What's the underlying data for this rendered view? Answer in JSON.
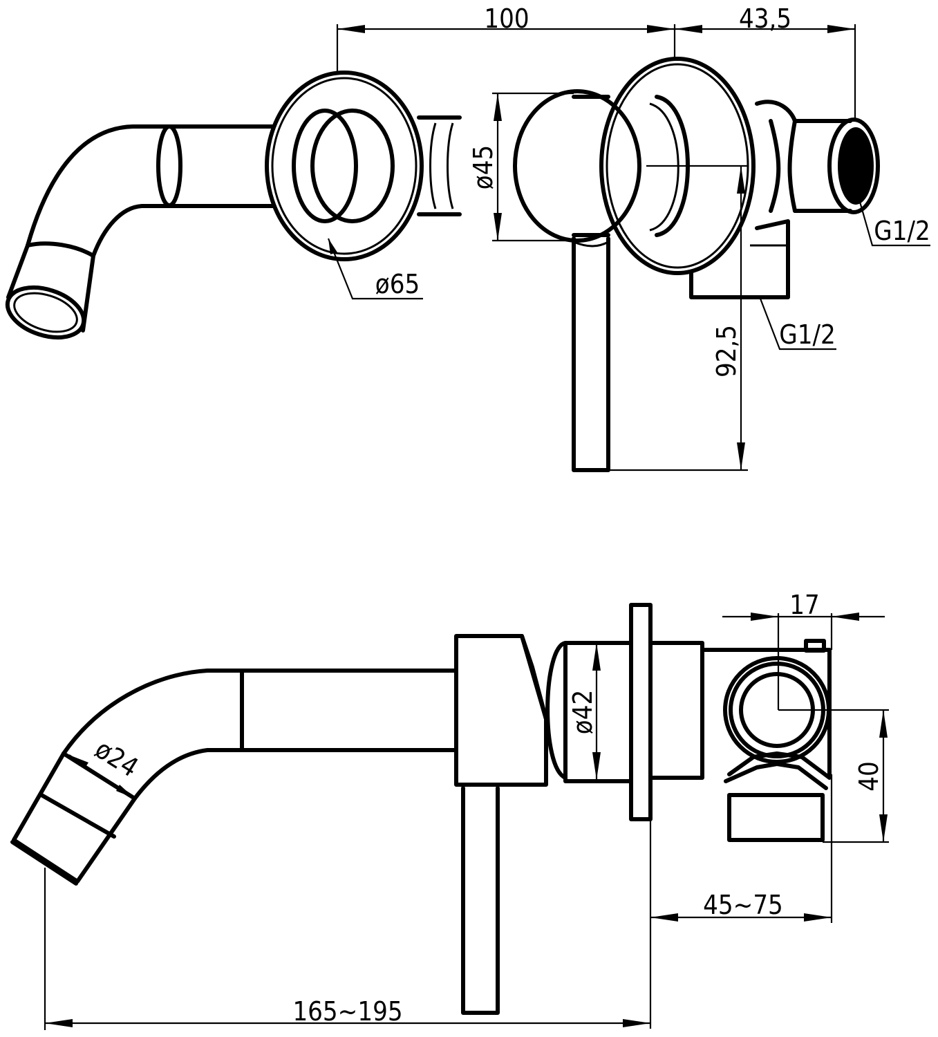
{
  "top_view": {
    "dim_spacing": "100",
    "dim_depth": "43,5",
    "dim_handle_dia": "ø45",
    "dim_flange_dia": "ø65",
    "dim_handle_length": "92,5",
    "thread_outlet": "G1/2",
    "thread_inlet": "G1/2"
  },
  "side_view": {
    "dim_offset": "17",
    "dim_body_dia": "ø42",
    "dim_spout_dia": "ø24",
    "dim_height": "40",
    "dim_wall_depth": "45~75",
    "dim_projection": "165~195"
  }
}
